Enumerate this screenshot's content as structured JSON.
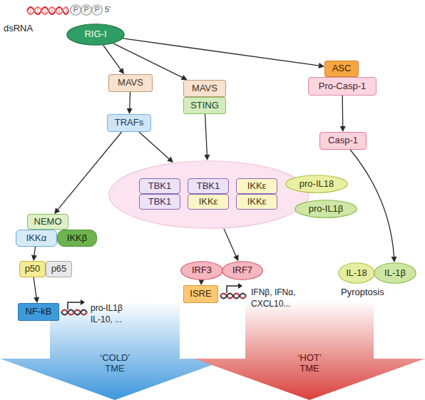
{
  "diagram": {
    "nodes": [
      {
        "text": [
          "P"
        ]
      },
      {
        "text": [
          "P"
        ]
      },
      {
        "text": [
          "P"
        ]
      },
      {
        "text": [
          "RIG-I"
        ]
      },
      {
        "text": [
          "MAVS"
        ]
      },
      {
        "text": [
          "MAVS"
        ]
      },
      {
        "text": [
          "STING"
        ]
      },
      {
        "text": [
          "ASC"
        ]
      },
      {
        "text": [
          "Pro-Casp-1"
        ]
      },
      {
        "text": [
          "TRAFs"
        ]
      },
      {
        "text": [
          "Casp-1"
        ]
      },
      {
        "text": []
      },
      {
        "text": [
          "TBK1"
        ],
        "in": 11
      },
      {
        "text": [
          "TBK1"
        ],
        "in": 11
      },
      {
        "text": [
          "IKKε"
        ],
        "in": 11
      },
      {
        "text": [
          "TBK1"
        ],
        "in": 11
      },
      {
        "text": [
          "IKKε"
        ],
        "in": 11
      },
      {
        "text": [
          "IKKε"
        ],
        "in": 11
      },
      {
        "text": [
          "pro-IL18"
        ]
      },
      {
        "text": [
          "NEMO"
        ]
      },
      {
        "text": [
          "pro-IL1β"
        ]
      },
      {
        "text": [
          "IKKα"
        ]
      },
      {
        "text": [
          "IKKβ"
        ]
      },
      {
        "text": [
          "p50"
        ]
      },
      {
        "text": [
          "p65"
        ]
      },
      {
        "text": [
          "IRF3"
        ]
      },
      {
        "text": [
          "IRF7"
        ]
      },
      {
        "text": [
          "IL-18"
        ]
      },
      {
        "text": [
          "IL-1β"
        ]
      },
      {
        "text": [
          "NF-kB"
        ]
      },
      {
        "text": [
          "ISRE"
        ]
      },
      {
        "text": [
          "‘COLD’ TME"
        ]
      },
      {
        "text": [
          "‘HOT’ TME"
        ]
      }
    ],
    "edges": [
      {
        "from": 3,
        "to": 4,
        "arrow": "to"
      },
      {
        "from": 3,
        "to": 5,
        "arrow": "to"
      },
      {
        "from": 3,
        "to": 7,
        "arrow": "to"
      },
      {
        "from": 4,
        "to": 9,
        "arrow": "to"
      },
      {
        "from": 9,
        "to": 19,
        "arrow": "to"
      },
      {
        "from": 9,
        "to": 11,
        "arrow": "to"
      },
      {
        "from": 6,
        "to": 11,
        "arrow": "to"
      },
      {
        "from": 8,
        "to": 10,
        "arrow": "to"
      },
      {
        "from": 10,
        "to": 28,
        "arrow": "to"
      },
      {
        "from": 11,
        "to": 26,
        "arrow": "to"
      },
      {
        "from": 21,
        "to": 23,
        "arrow": "to"
      },
      {
        "from": 23,
        "to": 29,
        "arrow": "to"
      },
      {
        "from": 25,
        "to": 30,
        "arrow": "to"
      }
    ],
    "labels": [
      "dsRNA",
      "5'",
      "pro-IL1β IL-10, ...",
      "IFNβ, IFNα, CXCL10...",
      "Pyroptosis"
    ]
  }
}
